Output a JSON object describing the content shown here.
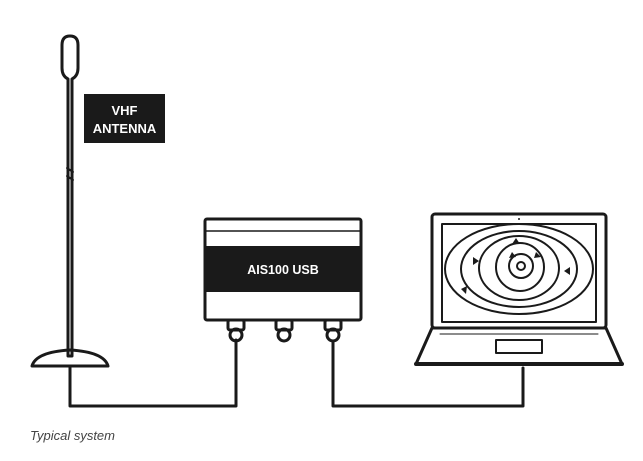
{
  "diagram": {
    "antenna_label_line1": "VHF",
    "antenna_label_line2": "ANTENNA",
    "receiver_label": "AIS100 USB",
    "caption": "Typical system"
  },
  "colors": {
    "line": "#1a1a1a",
    "label_bg": "#1a1a1a",
    "label_text": "#ffffff",
    "background": "#ffffff"
  }
}
